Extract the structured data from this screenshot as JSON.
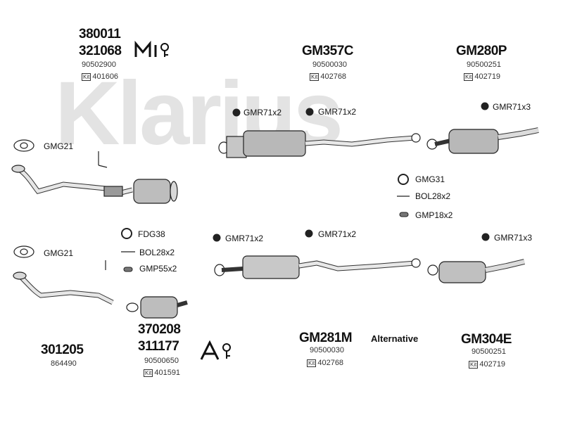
{
  "watermark": "Klarius",
  "top_left": {
    "part1": "380011",
    "part2": "321068",
    "ref": "90502900",
    "kit": "401606",
    "icon": "mi-gear-icon"
  },
  "top_mid": {
    "part": "GM357C",
    "ref": "90500030",
    "kit": "402768"
  },
  "top_right": {
    "part": "GM280P",
    "ref": "90500251",
    "kit": "402719"
  },
  "bottom_left": {
    "part": "301205",
    "ref": "864490"
  },
  "bottom_cat": {
    "part1": "370208",
    "part2": "311177",
    "ref": "90500650",
    "kit": "401591",
    "icon": "a-gear-icon"
  },
  "bottom_mid": {
    "part": "GM281M",
    "ref": "90500030",
    "kit": "402768"
  },
  "bottom_right": {
    "part": "GM304E",
    "ref": "90500251",
    "kit": "402719"
  },
  "alternative": "Alternative",
  "kit_label": "Kit",
  "labels": {
    "gmg21_top": "GMG21",
    "gmr_top1": "GMR71x2",
    "gmr_top2": "GMR71x2",
    "gmr_top3": "GMR71x3",
    "gmg31": "GMG31",
    "bol_top": "BOL28x2",
    "gmp18": "GMP18x2",
    "fdg38": "FDG38",
    "gmr_bot1": "GMR71x2",
    "gmr_bot2": "GMR71x2",
    "gmr_bot3": "GMR71x3",
    "gmg21_bot": "GMG21",
    "bol_bot": "BOL28x2",
    "gmp55": "GMP55x2"
  }
}
